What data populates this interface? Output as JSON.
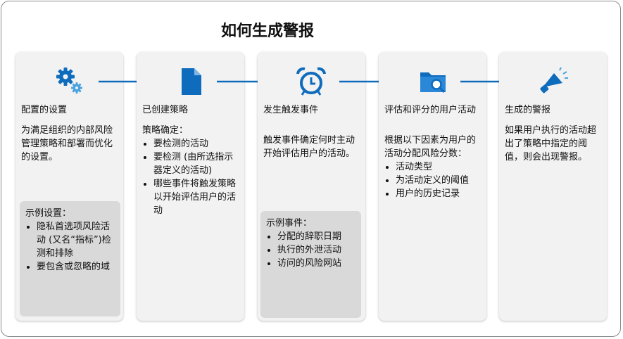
{
  "title": "如何生成警报",
  "colors": {
    "accent": "#0f6cbd",
    "card": "#f2f2f2",
    "example": "#d9d9d9"
  },
  "steps": [
    {
      "icon": "gear-icon",
      "title": "配置的设置",
      "body": "为满足组织的内部风险管理策略和部署而优化的设置。",
      "example_title": "示例设置：",
      "example_items": [
        "隐私首选项风险活动 (又名“指标”)检测和排除",
        "要包含或忽略的域"
      ]
    },
    {
      "icon": "document-icon",
      "title": "已创建策略",
      "body_title": "策略确定：",
      "body_items": [
        "要检测的活动",
        "要检测 (由所选指示器定义的活动)",
        "哪些事件将触发策略以开始评估用户的活动"
      ]
    },
    {
      "icon": "alarm-clock-icon",
      "title": "发生触发事件",
      "body": "触发事件确定何时主动开始评估用户的活动。",
      "example_title": "示例事件：",
      "example_items": [
        "分配的辞职日期",
        "执行的外泄活动",
        "访问的风险网站"
      ]
    },
    {
      "icon": "folder-search-icon",
      "title": "评估和评分的用户活动",
      "body_title": "根据以下因素为用户的活动分配风险分数：",
      "body_items": [
        "活动类型",
        "为活动定义的阈值",
        "用户的历史记录"
      ]
    },
    {
      "icon": "megaphone-icon",
      "title": "生成的警报",
      "body": "如果用户执行的活动超出了策略中指定的阈值，则会出现警报。"
    }
  ]
}
